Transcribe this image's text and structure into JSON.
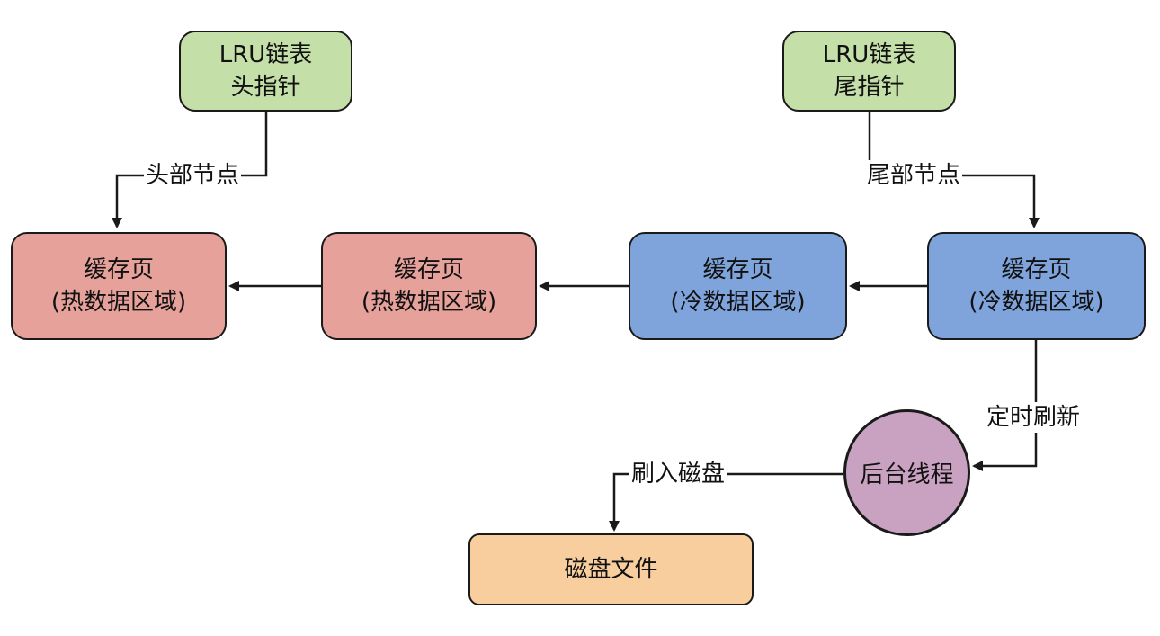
{
  "colors": {
    "pointer": "#c5dfa8",
    "hot": "#e6a19b",
    "cold": "#7fa4dc",
    "thread": "#c9a2c2",
    "disk": "#f8ce9e",
    "stroke": "#1a1a1a"
  },
  "nodes": {
    "head_pointer": {
      "line1": "LRU链表",
      "line2": "头指针"
    },
    "tail_pointer": {
      "line1": "LRU链表",
      "line2": "尾指针"
    },
    "hot_page_1": {
      "line1": "缓存页",
      "line2": "(热数据区域)"
    },
    "hot_page_2": {
      "line1": "缓存页",
      "line2": "(热数据区域)"
    },
    "cold_page_1": {
      "line1": "缓存页",
      "line2": "(冷数据区域)"
    },
    "cold_page_2": {
      "line1": "缓存页",
      "line2": "(冷数据区域)"
    },
    "background_thread": {
      "label": "后台线程"
    },
    "disk_file": {
      "label": "磁盘文件"
    }
  },
  "edges": {
    "head_node": "头部节点",
    "tail_node": "尾部节点",
    "timed_flush": "定时刷新",
    "flush_to_disk": "刷入磁盘"
  }
}
